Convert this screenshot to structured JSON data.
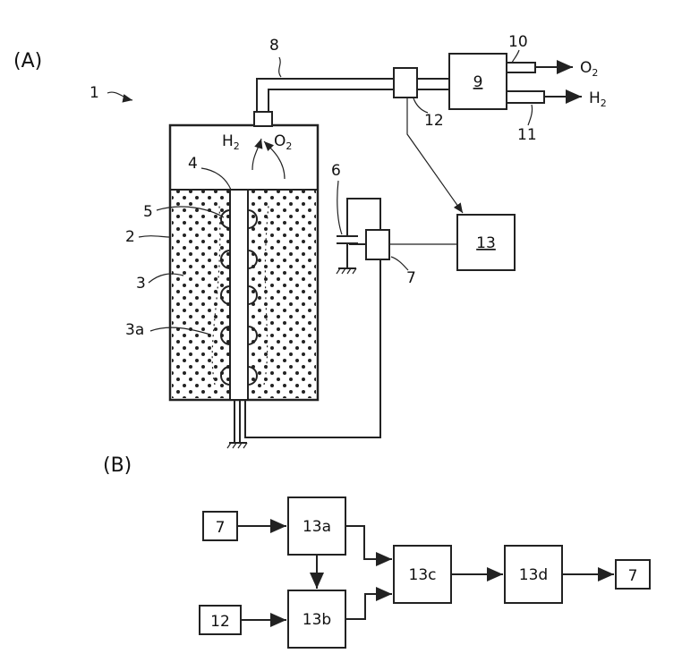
{
  "panel_a": {
    "label": "(A)",
    "ref_1": "1",
    "ref_2": "2",
    "ref_3": "3",
    "ref_3a": "3a",
    "ref_4": "4",
    "ref_5": "5",
    "ref_6": "6",
    "ref_7": "7",
    "ref_8": "8",
    "ref_9": "9",
    "ref_10": "10",
    "ref_11": "11",
    "ref_12": "12",
    "ref_13": "13",
    "gas_h2": "H",
    "gas_o2": "O",
    "sub_2": "2",
    "out_o2": "O",
    "out_h2": "H"
  },
  "panel_b": {
    "label": "(B)",
    "in_7": "7",
    "in_12": "12",
    "block_13a": "13a",
    "block_13b": "13b",
    "block_13c": "13c",
    "block_13d": "13d",
    "out_7": "7"
  }
}
